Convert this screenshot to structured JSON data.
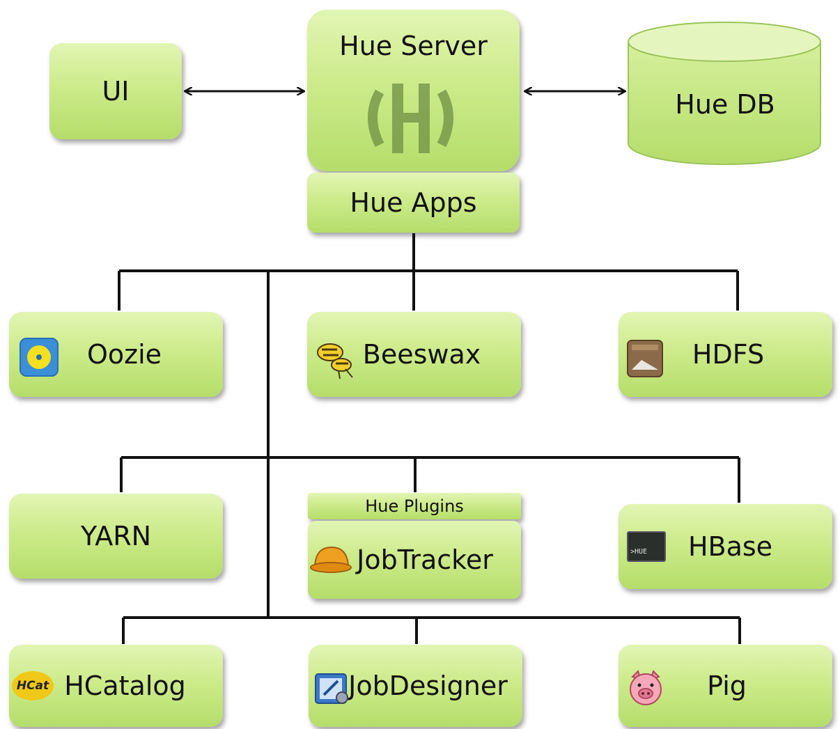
{
  "nodes": {
    "ui": "UI",
    "hue_server": "Hue Server",
    "hue_db": "Hue DB",
    "hue_apps": "Hue Apps",
    "oozie": "Oozie",
    "beeswax": "Beeswax",
    "hdfs": "HDFS",
    "yarn": "YARN",
    "hue_plugins": "Hue Plugins",
    "jobtracker": "JobTracker",
    "hbase": "HBase",
    "hcatalog": "HCatalog",
    "jobdesigner": "JobDesigner",
    "pig": "Pig"
  },
  "icon_text": {
    "hbase_icon": ">HUE",
    "hcat_icon": "HCat"
  },
  "colors": {
    "box_fill": "#cdeb8b",
    "connector": "#111111"
  }
}
